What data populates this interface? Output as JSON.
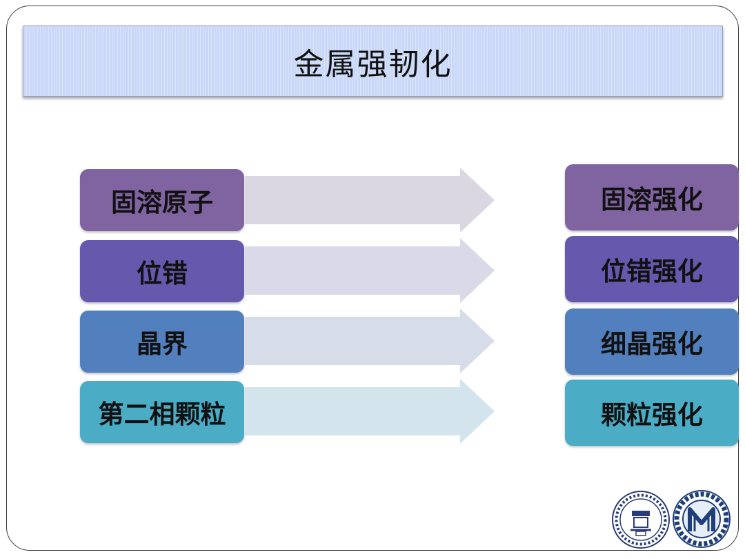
{
  "slide": {
    "title": "金属强韧化"
  },
  "rows": [
    {
      "source": "固溶原子",
      "result": "固溶强化",
      "color": "#8063a1",
      "arrow_color": "#dad7e3"
    },
    {
      "source": "位错",
      "result": "位错强化",
      "color": "#6558ad",
      "arrow_color": "#d9d9e8"
    },
    {
      "source": "晶界",
      "result": "细晶强化",
      "color": "#527fbd",
      "arrow_color": "#d6dde8"
    },
    {
      "source": "第二相颗粒",
      "result": "颗粒强化",
      "color": "#4aacc5",
      "arrow_color": "#d3e4ed"
    }
  ],
  "logos": [
    "university-seal-logo",
    "school-emblem-logo"
  ]
}
